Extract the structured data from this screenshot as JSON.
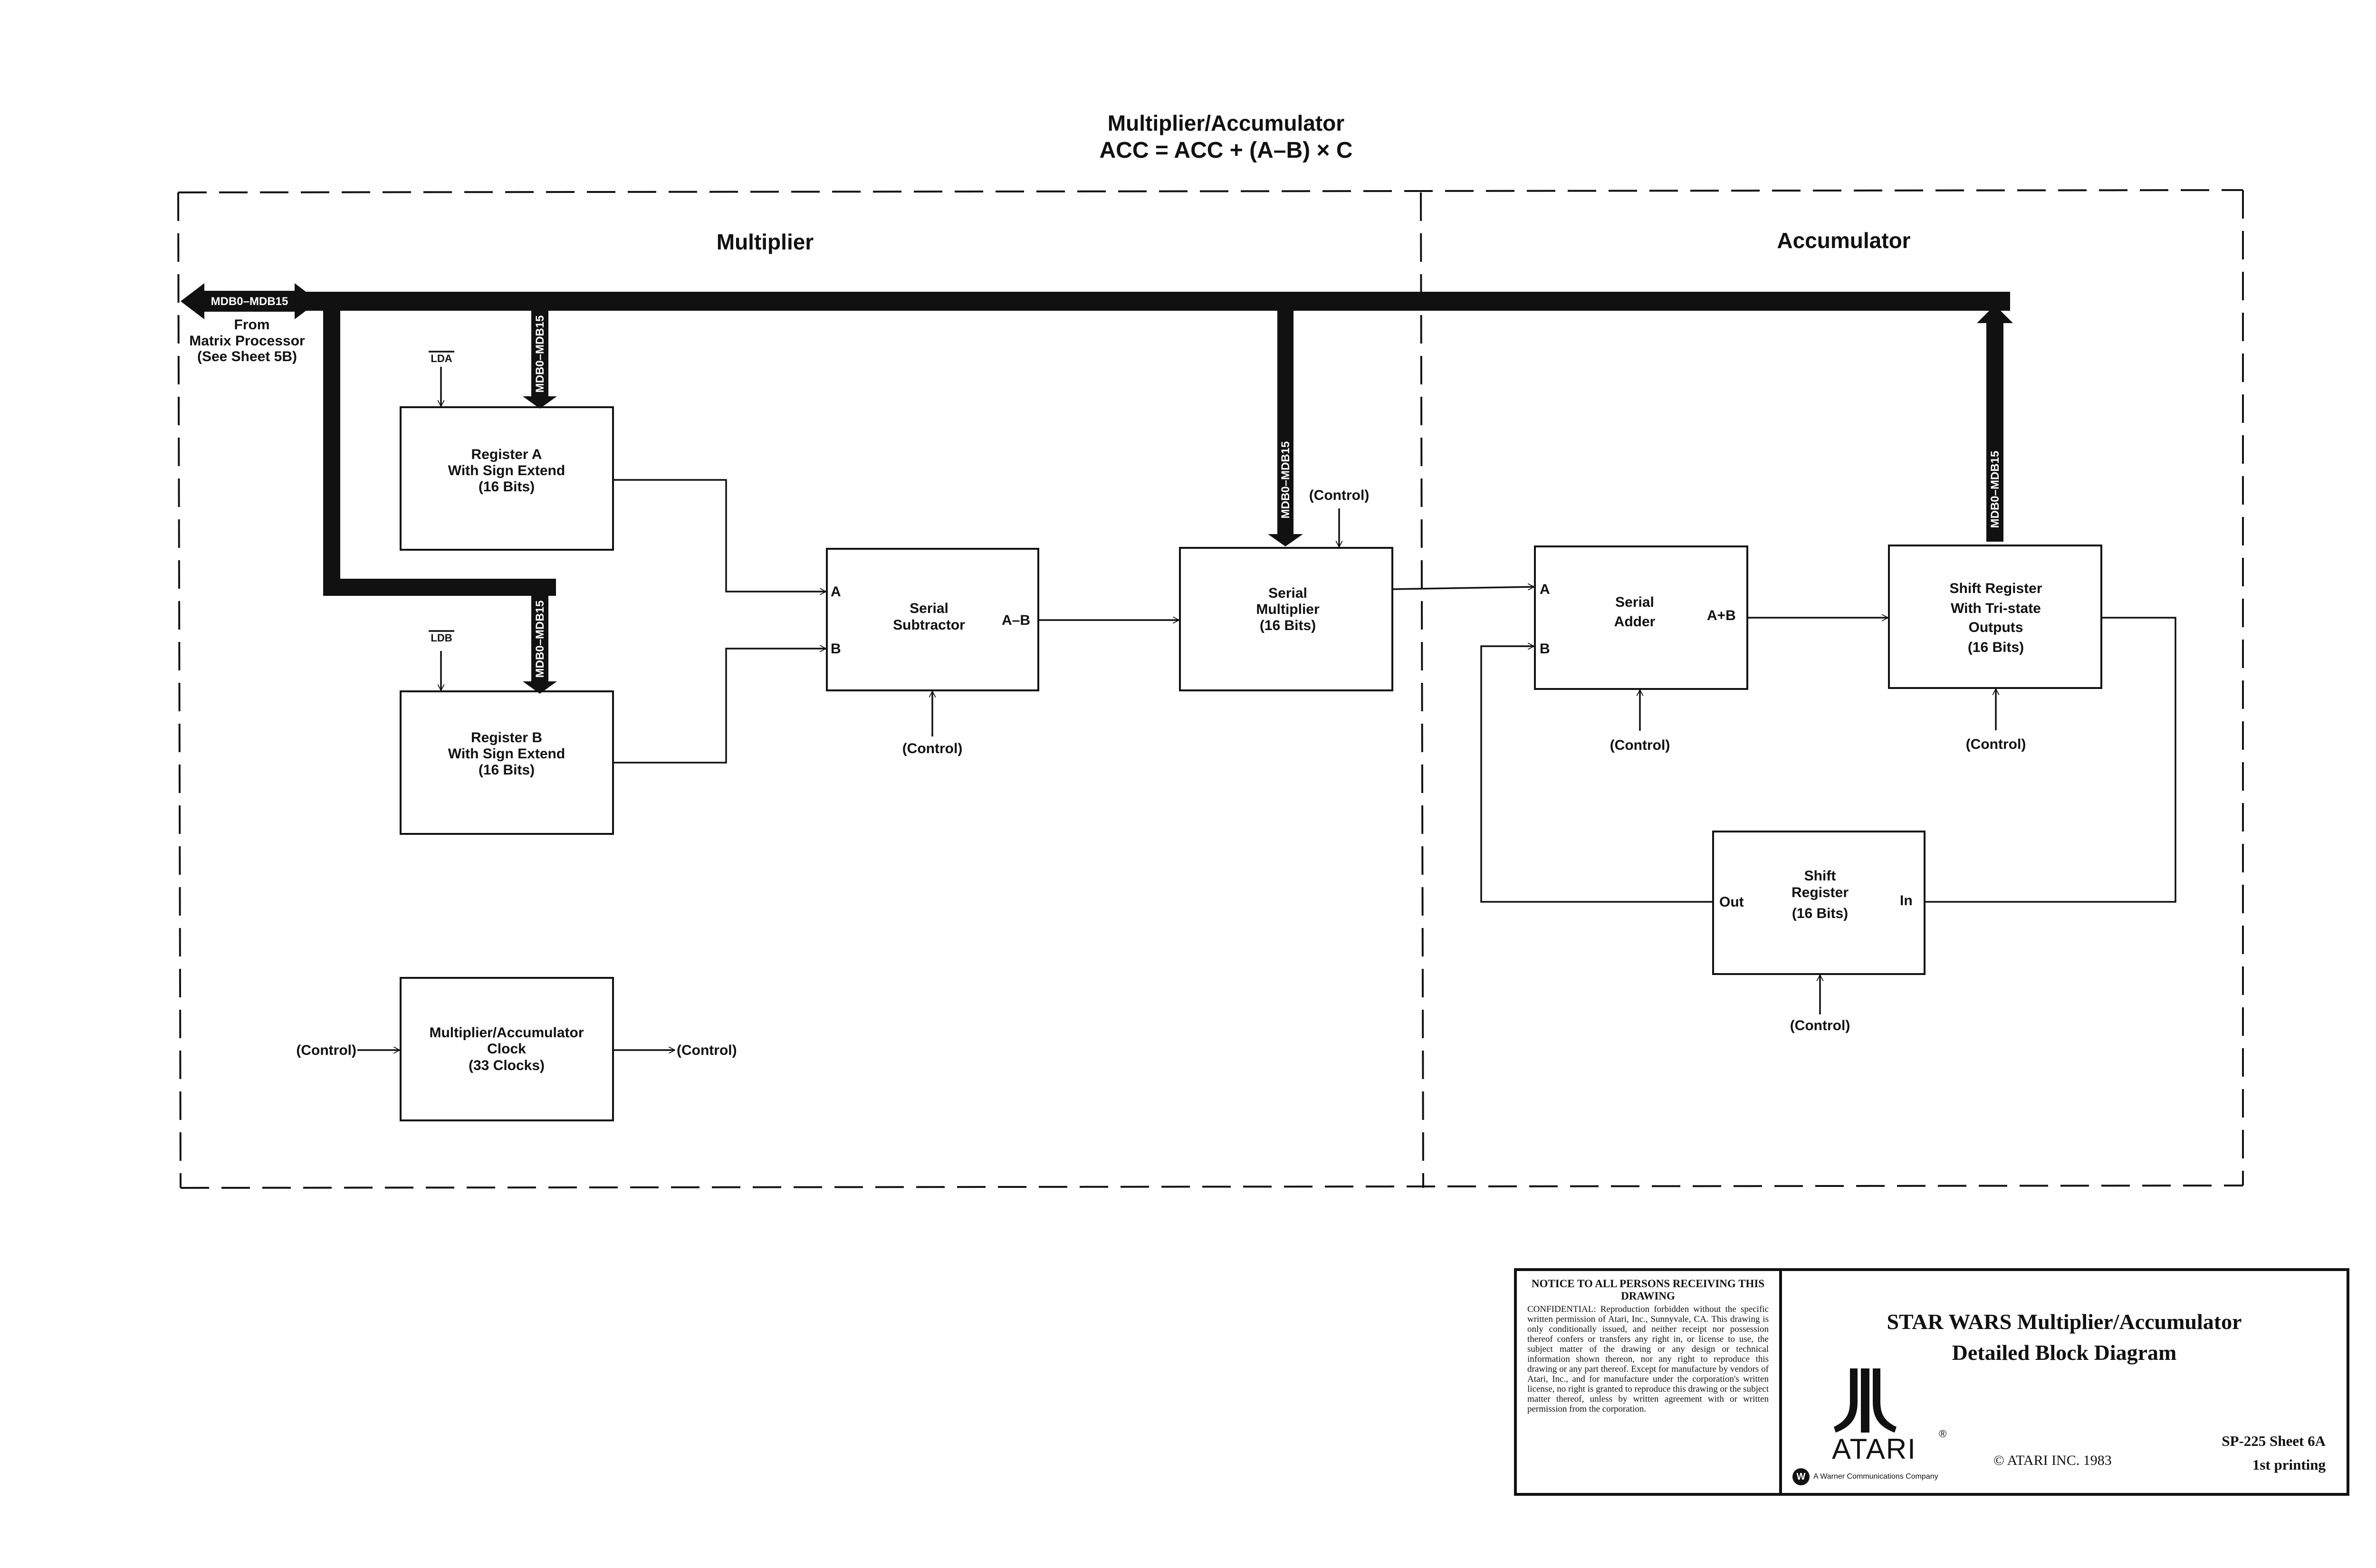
{
  "header": {
    "title": "Multiplier/Accumulator",
    "equation": "ACC = ACC + (A–B) × C"
  },
  "sections": {
    "multiplier": "Multiplier",
    "accumulator": "Accumulator"
  },
  "bus": {
    "label": "MDB0–MDB15",
    "source_line1": "From",
    "source_line2": "Matrix Processor",
    "source_line3": "(See Sheet 5B)",
    "tap_label": "MDB0–MDB15"
  },
  "signals": {
    "lda": "LDA",
    "ldb": "LDB",
    "control": "(Control)",
    "in_a": "A",
    "in_b": "B",
    "out_a_minus_b": "A–B",
    "out_a_plus_b": "A+B",
    "out": "Out",
    "in": "In"
  },
  "blocks": {
    "register_a": [
      "Register A",
      "With Sign Extend",
      "(16 Bits)"
    ],
    "register_b": [
      "Register B",
      "With Sign Extend",
      "(16 Bits)"
    ],
    "serial_subtractor": [
      "Serial",
      "Subtractor"
    ],
    "serial_multiplier": [
      "Serial",
      "Multiplier",
      "(16 Bits)"
    ],
    "serial_adder": [
      "Serial",
      "Adder"
    ],
    "shift_register_tristate": [
      "Shift Register",
      "With Tri-state",
      "Outputs",
      "(16 Bits)"
    ],
    "shift_register": [
      "Shift",
      "Register",
      "(16 Bits)"
    ],
    "clock": [
      "Multiplier/Accumulator",
      "Clock",
      "(33 Clocks)"
    ]
  },
  "title_block": {
    "notice_head": "NOTICE TO ALL PERSONS RECEIVING THIS DRAWING",
    "notice_body": "CONFIDENTIAL: Reproduction forbidden without the specific written permission of Atari, Inc., Sunnyvale, CA. This drawing is only conditionally issued, and neither receipt nor possession thereof confers or transfers any right in, or license to use, the subject matter of the drawing or any design or technical information shown thereon, nor any right to reproduce this drawing or any part thereof. Except for manufacture by vendors of Atari, Inc., and for manufacture under the corporation's written license, no right is granted to reproduce this drawing or the subject matter thereof, unless by written agreement with or written permission from the corporation.",
    "title_line1": "STAR WARS Multiplier/Accumulator",
    "title_line2": "Detailed Block Diagram",
    "logo_text": "ATARI",
    "registered": "®",
    "wc_badge": "W",
    "wc_text": "A Warner Communications Company",
    "copyright": "© ATARI INC. 1983",
    "sheet": "SP-225   Sheet 6A",
    "printing": "1st printing"
  }
}
